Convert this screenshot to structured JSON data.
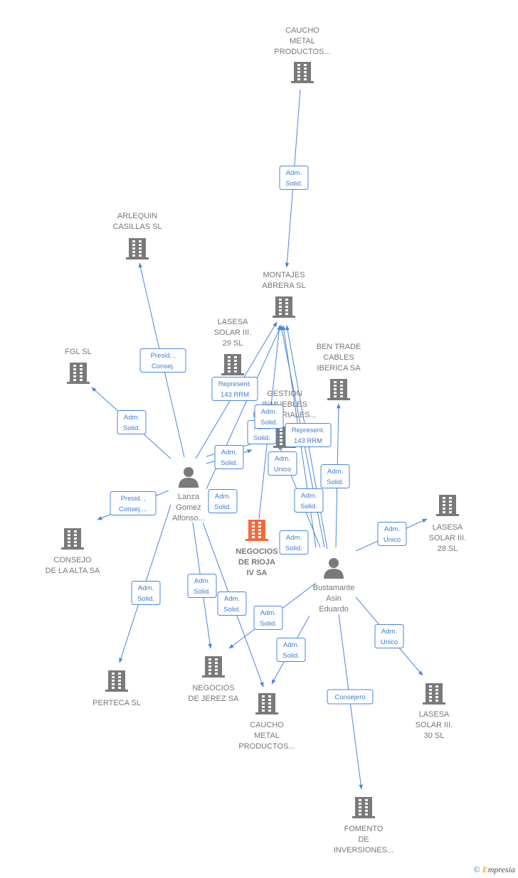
{
  "colors": {
    "edge": "#4a86d8",
    "company": "#7a7a7a",
    "focus_company": "#f26a3b",
    "person": "#7a7a7a"
  },
  "nodes": [
    {
      "id": "caucho1",
      "type": "company",
      "icon": "building-icon",
      "lines": [
        "CAUCHO",
        "METAL",
        "PRODUCTOS..."
      ]
    },
    {
      "id": "arlequin",
      "type": "company",
      "icon": "building-icon",
      "lines": [
        "ARLEQUIN",
        "CASILLAS SL"
      ]
    },
    {
      "id": "montajes",
      "type": "company",
      "icon": "building-icon",
      "lines": [
        "MONTAJES",
        "ABRERA SL"
      ]
    },
    {
      "id": "fgl",
      "type": "company",
      "icon": "building-icon",
      "lines": [
        "FGL SL"
      ]
    },
    {
      "id": "lasesa29",
      "type": "company",
      "icon": "building-icon",
      "lines": [
        "LASESA",
        "SOLAR III.",
        "29 SL"
      ]
    },
    {
      "id": "bentrade",
      "type": "company",
      "icon": "building-icon",
      "lines": [
        "BEN TRADE",
        "CABLES",
        "IBERICA SA"
      ]
    },
    {
      "id": "gestion",
      "type": "company",
      "icon": "building-icon",
      "lines": [
        "GESTION",
        "INMUEBLES",
        "INDUSTRIALES..."
      ]
    },
    {
      "id": "lanza",
      "type": "person",
      "icon": "person-icon",
      "lines": [
        "Lanza",
        "Gomez",
        "Alfonso..."
      ]
    },
    {
      "id": "lasesa28",
      "type": "company",
      "icon": "building-icon",
      "lines": [
        "LASESA",
        "SOLAR III.",
        "28 SL"
      ]
    },
    {
      "id": "consejo",
      "type": "company",
      "icon": "building-icon",
      "lines": [
        "CONSEJO",
        "DE LA ALTA SA"
      ]
    },
    {
      "id": "negocios_rioja",
      "type": "focus",
      "icon": "building-icon",
      "lines": [
        "NEGOCIOS",
        "DE RIOJA",
        "IV SA"
      ]
    },
    {
      "id": "bustamante",
      "type": "person",
      "icon": "person-icon",
      "lines": [
        "Bustamante",
        "Asin",
        "Eduardo"
      ]
    },
    {
      "id": "perteca",
      "type": "company",
      "icon": "building-icon",
      "lines": [
        "PERTECA SL"
      ]
    },
    {
      "id": "negocios_jerez",
      "type": "company",
      "icon": "building-icon",
      "lines": [
        "NEGOCIOS",
        "DE JEREZ SA"
      ]
    },
    {
      "id": "caucho2",
      "type": "company",
      "icon": "building-icon",
      "lines": [
        "CAUCHO",
        "METAL",
        "PRODUCTOS..."
      ]
    },
    {
      "id": "lasesa30",
      "type": "company",
      "icon": "building-icon",
      "lines": [
        "LASESA",
        "SOLAR III.",
        "30 SL"
      ]
    },
    {
      "id": "fomento",
      "type": "company",
      "icon": "building-icon",
      "lines": [
        "FOMENTO",
        "DE",
        "INVERSIONES..."
      ]
    }
  ],
  "edges": [
    {
      "from": "caucho1",
      "to": "montajes",
      "label": [
        "Adm.",
        "Solid."
      ]
    },
    {
      "from": "lanza",
      "to": "arlequin",
      "label": [
        "Presid. ,",
        "Consej."
      ]
    },
    {
      "from": "lanza",
      "to": "fgl",
      "label": [
        "Adm.",
        "Solid."
      ]
    },
    {
      "from": "lanza",
      "to": "montajes",
      "label": [
        "Represent.",
        "143 RRM"
      ]
    },
    {
      "from": "lanza",
      "to": "gestion",
      "label": [
        "Adm.",
        "Solid."
      ]
    },
    {
      "from": "lanza",
      "to": "gestion",
      "label": [
        "Adm.",
        "Solid."
      ]
    },
    {
      "from": "lanza",
      "to": "consejo",
      "label": [
        "Presid. ,",
        "Consej...."
      ]
    },
    {
      "from": "lanza",
      "to": "montajes",
      "label": [
        "Adm.",
        "Solid."
      ]
    },
    {
      "from": "lanza",
      "to": "perteca",
      "label": [
        "Adm.",
        "Solid."
      ]
    },
    {
      "from": "lanza",
      "to": "negocios_jerez",
      "label": [
        "Adm.",
        "Solid."
      ]
    },
    {
      "from": "lanza",
      "to": "caucho2",
      "label": [
        "Adm.",
        "Solid."
      ]
    },
    {
      "from": "bustamante",
      "to": "montajes",
      "label": [
        "Adm.",
        "Solid."
      ]
    },
    {
      "from": "bustamante",
      "to": "montajes",
      "label": [
        "Adm.",
        "Unico"
      ]
    },
    {
      "from": "bustamante",
      "to": "gestion",
      "label": [
        "Represent.",
        "143 RRM"
      ]
    },
    {
      "from": "bustamante",
      "to": "bentrade",
      "label": [
        "Adm.",
        "Solid."
      ]
    },
    {
      "from": "bustamante",
      "to": "montajes",
      "label": [
        "Adm.",
        "Solid."
      ]
    },
    {
      "from": "bustamante",
      "to": "lasesa28",
      "label": [
        "Adm.",
        "Unico"
      ]
    },
    {
      "from": "bustamante",
      "to": "negocios_jerez",
      "label": [
        "Adm.",
        "Solid."
      ]
    },
    {
      "from": "bustamante",
      "to": "caucho2",
      "label": [
        "Adm.",
        "Solid."
      ]
    },
    {
      "from": "bustamante",
      "to": "lasesa30",
      "label": [
        "Adm.",
        "Unico"
      ]
    },
    {
      "from": "bustamante",
      "to": "fomento",
      "label": [
        "Consejero"
      ]
    },
    {
      "from": "negocios_rioja",
      "to": "montajes",
      "label": [
        "Adm.",
        "Solid."
      ]
    }
  ],
  "credit": {
    "symbol": "©",
    "brand_first": "E",
    "brand_rest": "mpresia"
  }
}
